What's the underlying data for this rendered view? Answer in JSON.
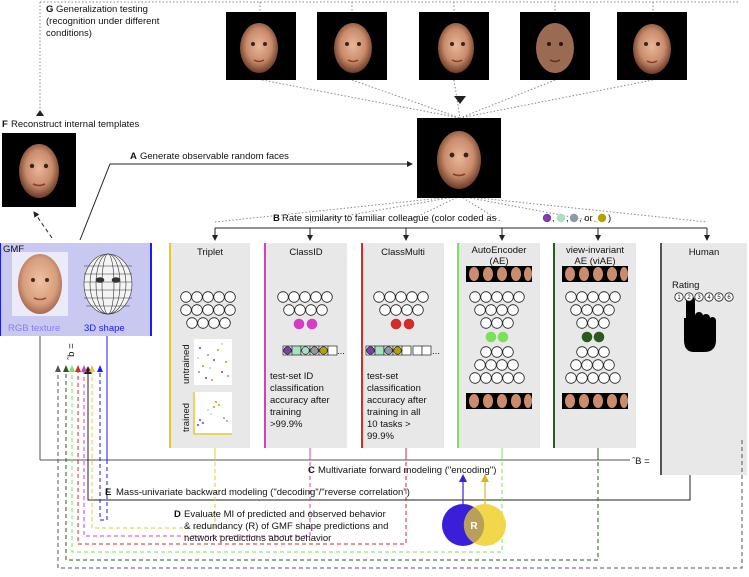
{
  "labels": {
    "G": "G",
    "g_line1": "Generalization testing",
    "g_line2": "(recognition under different",
    "g_line3": "conditions)",
    "F": "F",
    "f_text": "Reconstruct internal templates",
    "A": "A",
    "a_text": "Generate observable random faces",
    "B": "B",
    "b_text": "Rate similarity to familiar colleague (color coded as",
    "b_comma1": ",",
    "b_comma2": ",",
    "b_or": ", or",
    "b_end": ")",
    "C": "C",
    "c_text": "Multivariate forward modeling (\"encoding\")",
    "E": "E",
    "e_text": "Mass-univariate backward modeling (\"decoding\"/\"reverse correlation\")",
    "D": "D",
    "d_line1": "Evaluate MI of predicted and observed behavior",
    "d_line2": "& redundancy (R) of GMF shape predictions and",
    "d_line3": "network predictions about behavior",
    "venn_r": "R",
    "b_equals_small": "ˆb =",
    "b_equals_big": "ˆB ="
  },
  "gmf": {
    "title": "GMF",
    "rgb": "RGB texture",
    "shape": "3D shape"
  },
  "columns": {
    "triplet": "Triplet",
    "classid": "ClassID",
    "classmulti": "ClassMulti",
    "ae_line1": "AutoEncoder",
    "ae_line2": "(AE)",
    "viae_line1": "view-invariant",
    "viae_line2": "AE (viAE)",
    "human": "Human"
  },
  "triplet_labels": {
    "untrained": "untrained",
    "trained": "trained"
  },
  "ellipsis": "...",
  "classid_text": [
    "test-set ID",
    "classification",
    "accuracy after",
    "training",
    ">99.9%"
  ],
  "classmulti_text": [
    "test-set",
    "classification",
    "accuracy after",
    "training in all",
    "10 tasks >",
    "99.9%"
  ],
  "human": {
    "rating": "Rating",
    "scale": [
      "1",
      "2",
      "3",
      "4",
      "5",
      "6"
    ]
  },
  "colors": {
    "purple": "#7b3fa8",
    "lightgreen": "#a8e0c2",
    "gray": "#8c9aa6",
    "olive": "#b5a200",
    "gmf_border": "#1a1aff",
    "gmf_fill": "#c8c8f0",
    "rgb_text": "#8a7cf2",
    "shape_text": "#1a1aff",
    "triplet": "#e8c830",
    "classid": "#d63cc8",
    "classmulti": "#d42b2b",
    "ae": "#7de05a",
    "viae": "#2c5a1e",
    "human_border": "#555555",
    "venn_blue": "#3a1fd8",
    "venn_yellow": "#f0d43a"
  }
}
